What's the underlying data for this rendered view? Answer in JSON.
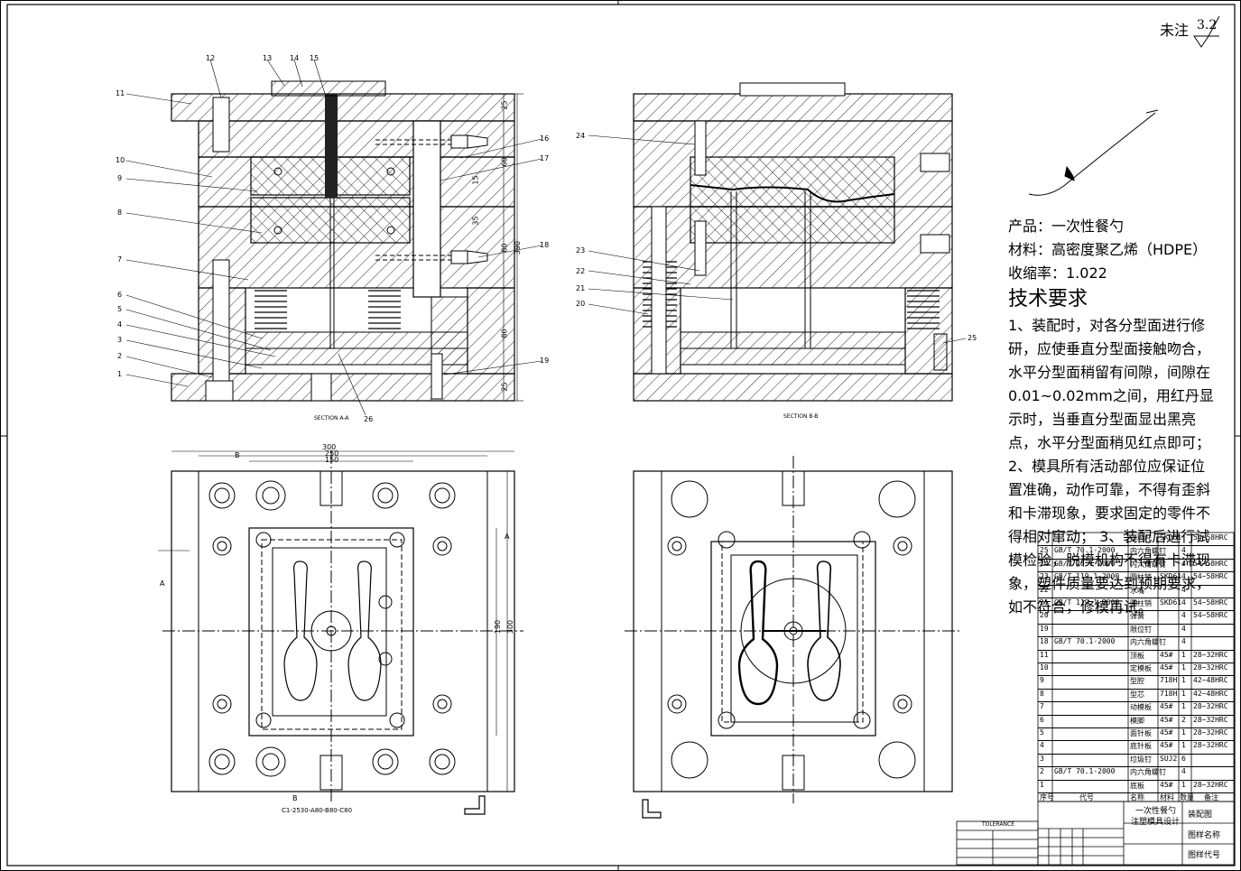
{
  "surface_finish": {
    "label": "未注",
    "value": "3.2"
  },
  "product": {
    "product_line": "产品：一次性餐勺",
    "material_line": "材料：高密度聚乙烯（HDPE）",
    "shrink_line": "收缩率：1.022"
  },
  "requirements": {
    "title": "技术要求",
    "items": [
      "1、装配时，对各分型面进行修研，应使垂直分型面接触吻合，水平分型面稍留有间隙，间隙在0.01~0.02mm之间，用红丹显示时，当垂直分型面显出黑亮点，水平分型面稍见红点即可；",
      "2、模具所有活动部位应保证位置准确，动作可靠，不得有歪斜和卡滞现象，要求固定的零件不得相对窜动；",
      "3、装配后进行试模检验，脱模机构不得有卡滞现象，塑件质量要达到预期要求，如不符合，修模再试。"
    ]
  },
  "section_labels": {
    "a": "SECTION A-A",
    "b": "SECTION B-B"
  },
  "part_numbers_left": [
    "1",
    "2",
    "3",
    "4",
    "5",
    "6",
    "7",
    "8",
    "9",
    "10",
    "11",
    "12",
    "13",
    "14",
    "15",
    "16",
    "17",
    "18",
    "19",
    "26"
  ],
  "part_numbers_right": [
    "20",
    "21",
    "22",
    "23",
    "24",
    "25"
  ],
  "dimensions": {
    "top": [
      "300",
      "250",
      "150"
    ],
    "right": [
      "190",
      "300"
    ],
    "vertical_left": [
      "25",
      "60",
      "15",
      "35",
      "80",
      "390",
      "80",
      "25"
    ],
    "section_marks": [
      "A",
      "A",
      "B",
      "B"
    ],
    "mold_base_code": "C1-2530-A80-B80-C80"
  },
  "bom": {
    "rows": [
      {
        "no": "",
        "code": "",
        "name": "顶料杆",
        "qty": "",
        "material": "SKD61",
        "note": "54~58HRC"
      },
      {
        "no": "25",
        "code": "GB/T 70.1-2000",
        "name": "内六角螺钉",
        "qty": "4",
        "material": "",
        "note": ""
      },
      {
        "no": "24",
        "code": "GB/T 70.1-2000",
        "name": "内六角螺钉",
        "qty": "4",
        "material": "",
        "note": "54~58HRC"
      },
      {
        "no": "23",
        "code": "GB/T 119.1-2000",
        "name": "圆柱销",
        "qty": "4",
        "material": "SKD61",
        "note": "54~58HRC"
      },
      {
        "no": "22",
        "code": "",
        "name": "水嘴",
        "qty": "4",
        "material": "",
        "note": ""
      },
      {
        "no": "21",
        "code": "GB/T 119.1-2000",
        "name": "圆柱销",
        "qty": "4",
        "material": "SKD61",
        "note": "54~58HRC"
      },
      {
        "no": "20",
        "code": "",
        "name": "弹簧",
        "qty": "4",
        "material": "",
        "note": "54~58HRC"
      },
      {
        "no": "19",
        "code": "",
        "name": "限位钉",
        "qty": "4",
        "material": "",
        "note": ""
      },
      {
        "no": "18",
        "code": "GB/T 70.1-2000",
        "name": "内六角螺钉",
        "qty": "4",
        "material": "",
        "note": ""
      },
      {
        "no": "11",
        "code": "",
        "name": "顶板",
        "qty": "1",
        "material": "45#",
        "note": "28~32HRC"
      },
      {
        "no": "10",
        "code": "",
        "name": "定模板",
        "qty": "1",
        "material": "45#",
        "note": "28~32HRC"
      },
      {
        "no": "9",
        "code": "",
        "name": "型腔",
        "qty": "1",
        "material": "718H",
        "note": "42~48HRC"
      },
      {
        "no": "8",
        "code": "",
        "name": "型芯",
        "qty": "1",
        "material": "718H",
        "note": "42~48HRC"
      },
      {
        "no": "7",
        "code": "",
        "name": "动模板",
        "qty": "1",
        "material": "45#",
        "note": "28~32HRC"
      },
      {
        "no": "6",
        "code": "",
        "name": "模脚",
        "qty": "2",
        "material": "45#",
        "note": "28~32HRC"
      },
      {
        "no": "5",
        "code": "",
        "name": "面针板",
        "qty": "1",
        "material": "45#",
        "note": "28~32HRC"
      },
      {
        "no": "4",
        "code": "",
        "name": "底针板",
        "qty": "1",
        "material": "45#",
        "note": "28~32HRC"
      },
      {
        "no": "3",
        "code": "",
        "name": "垃圾钉",
        "qty": "6",
        "material": "SUJ2",
        "note": ""
      },
      {
        "no": "2",
        "code": "GB/T 70.1-2000",
        "name": "内六角螺钉",
        "qty": "4",
        "material": "",
        "note": ""
      },
      {
        "no": "1",
        "code": "",
        "name": "底板",
        "qty": "1",
        "material": "45#",
        "note": "28~32HRC"
      }
    ],
    "header": {
      "no": "序号",
      "code": "代号",
      "name": "名称",
      "material": "材料",
      "qty": "数量",
      "note": "备注"
    }
  },
  "title_block": {
    "project": "一次性餐勺",
    "project2": "注塑模具设计",
    "drawing_type": "装配图",
    "drawing_name_label": "图样名称",
    "drawing_code_label": "图样代号",
    "tolerance_label": "TOLERANCE"
  }
}
